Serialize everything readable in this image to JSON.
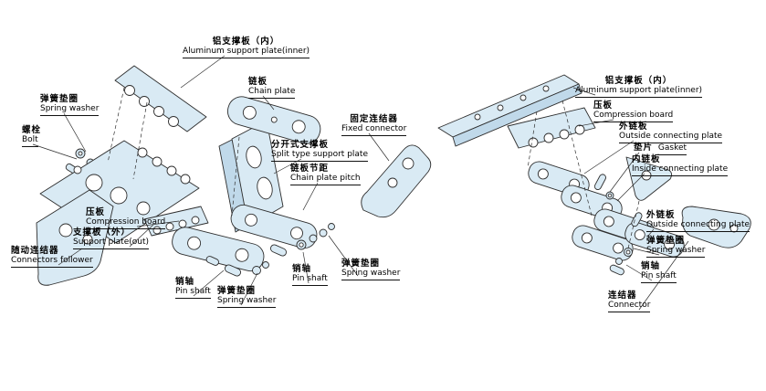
{
  "colors": {
    "background": "#ffffff",
    "part_fill": "#d9eaf4",
    "part_fill_shade": "#c0d9ea",
    "outline": "#2e2e2e",
    "label_text": "#000000"
  },
  "diagram": {
    "labels": [
      {
        "id": "aluminum-support-plate-inner-left",
        "zh": "铝支撑板（内）",
        "en": "Aluminum support plate(inner)"
      },
      {
        "id": "chain-plate",
        "zh": "链板",
        "en": "Chain plate"
      },
      {
        "id": "spring-washer-top-left",
        "zh": "弹簧垫圈",
        "en": "Spring washer"
      },
      {
        "id": "bolt",
        "zh": "螺栓",
        "en": "Bolt"
      },
      {
        "id": "fixed-connector",
        "zh": "固定连结器",
        "en": "Fixed connector"
      },
      {
        "id": "split-type-support-plate",
        "zh": "分开式支撑板",
        "en": "Split type support plate"
      },
      {
        "id": "chain-plate-pitch",
        "zh": "链板节距",
        "en": "Chain plate pitch"
      },
      {
        "id": "compression-board-left",
        "zh": "压板",
        "en": "Compression board"
      },
      {
        "id": "support-plate-out",
        "zh": "支撑板（外）",
        "en": "Support plate(out)"
      },
      {
        "id": "connectors-follower",
        "zh": "随动连结器",
        "en": "Connectors follower"
      },
      {
        "id": "pin-shaft-lower-left",
        "zh": "销轴",
        "en": "Pin shaft"
      },
      {
        "id": "spring-washer-lower-left",
        "zh": "弹簧垫圈",
        "en": "Spring washer"
      },
      {
        "id": "pin-shaft-center",
        "zh": "销轴",
        "en": "Pin shaft"
      },
      {
        "id": "spring-washer-center",
        "zh": "弹簧垫圈",
        "en": "Spring washer"
      },
      {
        "id": "aluminum-support-plate-inner-right",
        "zh": "铝支撑板（内）",
        "en": "Aluminum support plate(inner)"
      },
      {
        "id": "compression-board-right",
        "zh": "压板",
        "en": "Compression board"
      },
      {
        "id": "outside-connecting-plate-upper",
        "zh": "外链板",
        "en": "Outside connecting plate"
      },
      {
        "id": "gasket",
        "zh": "垫片",
        "en": "Gasket"
      },
      {
        "id": "inside-connecting-plate",
        "zh": "内链板",
        "en": "Inside connecting plate"
      },
      {
        "id": "outside-connecting-plate-lower",
        "zh": "外链板",
        "en": "Outside connecting plate"
      },
      {
        "id": "spring-washer-right",
        "zh": "弹簧垫圈",
        "en": "Spring washer"
      },
      {
        "id": "pin-shaft-right",
        "zh": "销轴",
        "en": "Pin shaft"
      },
      {
        "id": "connector",
        "zh": "连结器",
        "en": "Connector"
      }
    ]
  }
}
